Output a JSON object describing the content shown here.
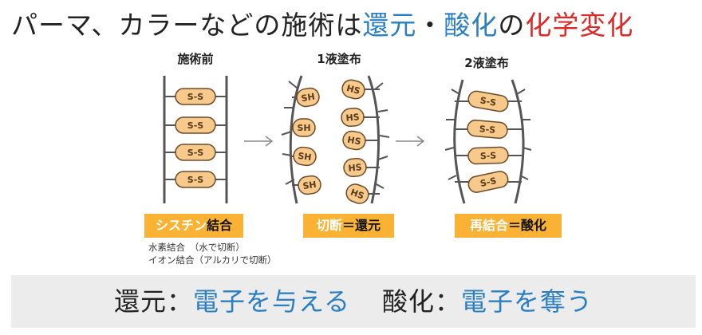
{
  "title": {
    "part1": "パーマ、カラーなどの施術は",
    "reduction": "還元",
    "dot": "・",
    "oxidation": "酸化",
    "part2": "の",
    "change": "化学変化"
  },
  "columns": [
    {
      "heading": "施術前"
    },
    {
      "heading": "1液塗布"
    },
    {
      "heading": "2液塗布"
    }
  ],
  "bond_labels": {
    "ss": "S-S",
    "sh": "SH",
    "hs": "HS"
  },
  "tags": {
    "before_white": "シスチン",
    "before_black": "結合",
    "first_white": "切断",
    "first_black": "＝還元",
    "second_white": "再結合",
    "second_black": "＝酸化"
  },
  "notes": {
    "line1": "水素結合　（水で切断）",
    "line2": "イオン結合（アルカリで切断）"
  },
  "bottom": {
    "reduction_label": "還元：",
    "reduction_def": "電子を与える",
    "oxidation_label": "酸化：",
    "oxidation_def": "電子を奪う"
  },
  "colors": {
    "accent_blue": "#2a7fc4",
    "accent_red": "#e02828",
    "tag_orange": "#f9b233",
    "bond_fill": "#f7c98a",
    "bond_stroke": "#6b4a2a",
    "band_gray": "#ececec"
  }
}
